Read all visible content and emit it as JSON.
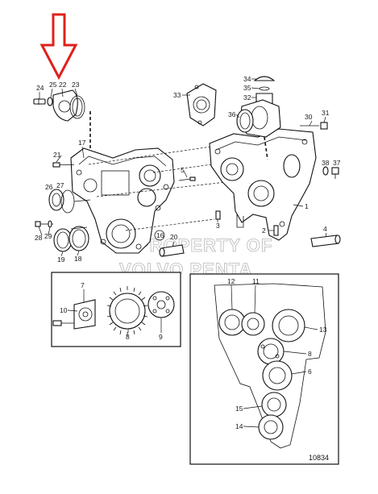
{
  "callouts": {
    "c24": "24",
    "c25": "25",
    "c22": "22",
    "c23": "23",
    "c21": "21",
    "c17": "17",
    "c26": "26",
    "c27": "27",
    "c28": "28",
    "c29": "29",
    "c19": "19",
    "c18": "18",
    "c16": "16",
    "c20": "20",
    "c5": "5",
    "c3": "3",
    "c2": "2",
    "c1": "1",
    "c4": "4",
    "c33": "33",
    "c34": "34",
    "c35": "35",
    "c32": "32",
    "c36": "36",
    "c30": "30",
    "c31": "31",
    "c38": "38",
    "c37": "37",
    "c7": "7",
    "c10": "10",
    "c8": "8",
    "c9": "9",
    "c12": "12",
    "c11": "11",
    "c13": "13",
    "c8b": "8",
    "c6": "6",
    "c15": "15",
    "c14": "14"
  },
  "watermark": {
    "line1": "PROPERTY OF",
    "line2": "VOLVO PENTA"
  },
  "reference_number": "10834",
  "colors": {
    "arrow": "#e0201c",
    "line": "#111111"
  }
}
